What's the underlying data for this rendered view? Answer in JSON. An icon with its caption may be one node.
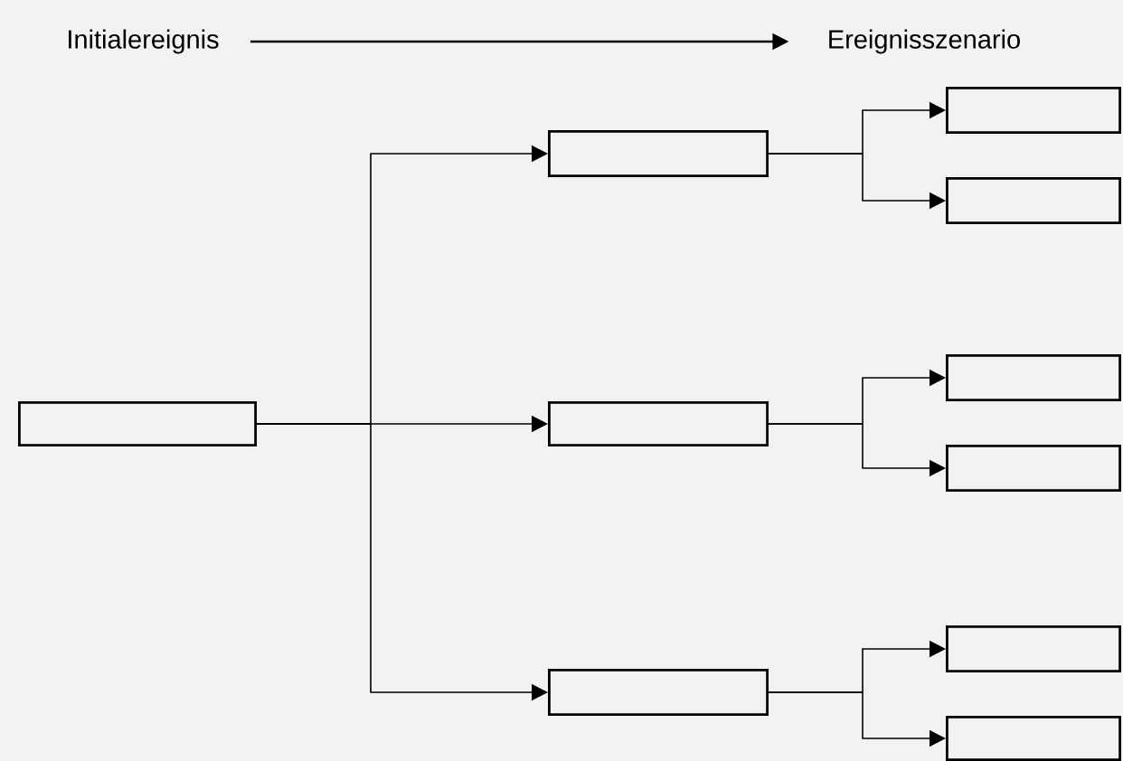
{
  "diagram": {
    "nodes": [
      {
        "text": [
          "Initialereignis"
        ]
      },
      {
        "text": [
          "Ereignisszenario"
        ]
      },
      {
        "text": [],
        "shape": "box"
      },
      {
        "text": [],
        "shape": "box"
      },
      {
        "text": [],
        "shape": "box"
      },
      {
        "text": [],
        "shape": "box"
      },
      {
        "text": [],
        "shape": "box"
      },
      {
        "text": [],
        "shape": "box"
      },
      {
        "text": [],
        "shape": "box"
      },
      {
        "text": [],
        "shape": "box"
      },
      {
        "text": [],
        "shape": "box"
      },
      {
        "text": [],
        "shape": "box"
      }
    ],
    "edges": [
      {
        "from": 0,
        "to": 1,
        "arrow": "to"
      },
      {
        "from": 2,
        "to": 3,
        "arrow": "to"
      },
      {
        "from": 2,
        "to": 4,
        "arrow": "to"
      },
      {
        "from": 2,
        "to": 5,
        "arrow": "to"
      },
      {
        "from": 3,
        "to": 6,
        "arrow": "to"
      },
      {
        "from": 3,
        "to": 7,
        "arrow": "to"
      },
      {
        "from": 4,
        "to": 8,
        "arrow": "to"
      },
      {
        "from": 4,
        "to": 9,
        "arrow": "to"
      },
      {
        "from": 5,
        "to": 10,
        "arrow": "to"
      },
      {
        "from": 5,
        "to": 11,
        "arrow": "to"
      }
    ]
  }
}
